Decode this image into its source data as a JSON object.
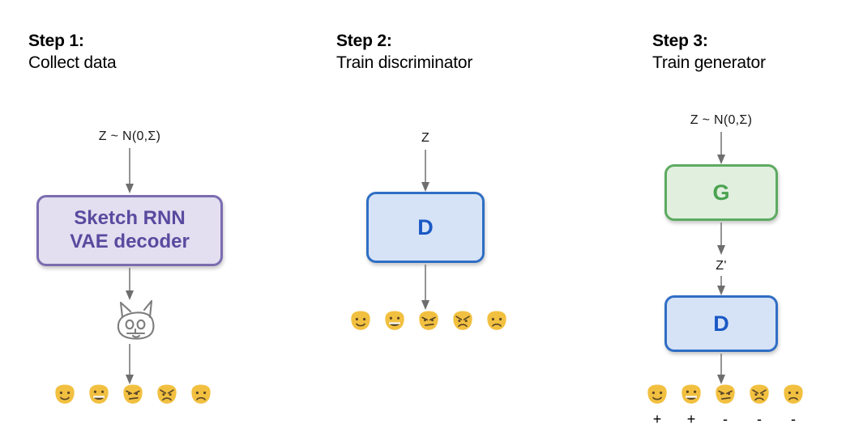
{
  "figure": {
    "title": "GAN training pipeline with Sketch RNN VAE decoder",
    "background": "#ffffff"
  },
  "colors": {
    "purple_border": "#7b6cb0",
    "purple_fill": "#e3dff0",
    "purple_text": "#5a4a9f",
    "blue_border": "#2f6ec4",
    "blue_fill": "#d6e3f7",
    "blue_text": "#1a58c4",
    "green_border": "#5dab61",
    "green_fill": "#e1efdf",
    "green_text": "#4aa24f",
    "arrow": "#7a7a7a",
    "text": "#000000",
    "emoji_yellow": "#f2c040"
  },
  "emoji_set": [
    {
      "name": "slightly-smiling-face",
      "glyph": "🙂",
      "mood": "slight-smile"
    },
    {
      "name": "grinning-face-with-smiling-eyes",
      "glyph": "😁",
      "mood": "grin"
    },
    {
      "name": "unamused-face",
      "glyph": "😒",
      "mood": "unamused"
    },
    {
      "name": "angry-face",
      "glyph": "😠",
      "mood": "angry"
    },
    {
      "name": "frowning-face",
      "glyph": "☹",
      "mood": "frown"
    }
  ],
  "steps": [
    {
      "id": "step-1",
      "title": "Step 1:",
      "subtitle": "Collect data",
      "latent_label": "Z ~ N(0,Σ)",
      "box": {
        "name": "sketch-rnn-vae-decoder-box",
        "line1": "Sketch RNN",
        "line2": "VAE decoder",
        "style": "purple"
      },
      "sketch": {
        "name": "cat-sketch",
        "description": "hand drawn cat face"
      },
      "emoji_labels": []
    },
    {
      "id": "step-2",
      "title": "Step 2:",
      "subtitle": "Train discriminator",
      "latent_label": "Z",
      "box": {
        "name": "discriminator-box",
        "line1": "D",
        "line2": "",
        "style": "blue"
      },
      "emoji_labels": []
    },
    {
      "id": "step-3",
      "title": "Step 3:",
      "subtitle": "Train generator",
      "latent_label": "Z ~ N(0,Σ)",
      "intermediate_label": "Z'",
      "generator_box": {
        "name": "generator-box",
        "line1": "G",
        "style": "green"
      },
      "discriminator_box": {
        "name": "discriminator-box",
        "line1": "D",
        "style": "blue"
      },
      "emoji_labels": [
        "+",
        "+",
        "-",
        "-",
        "-"
      ]
    }
  ]
}
